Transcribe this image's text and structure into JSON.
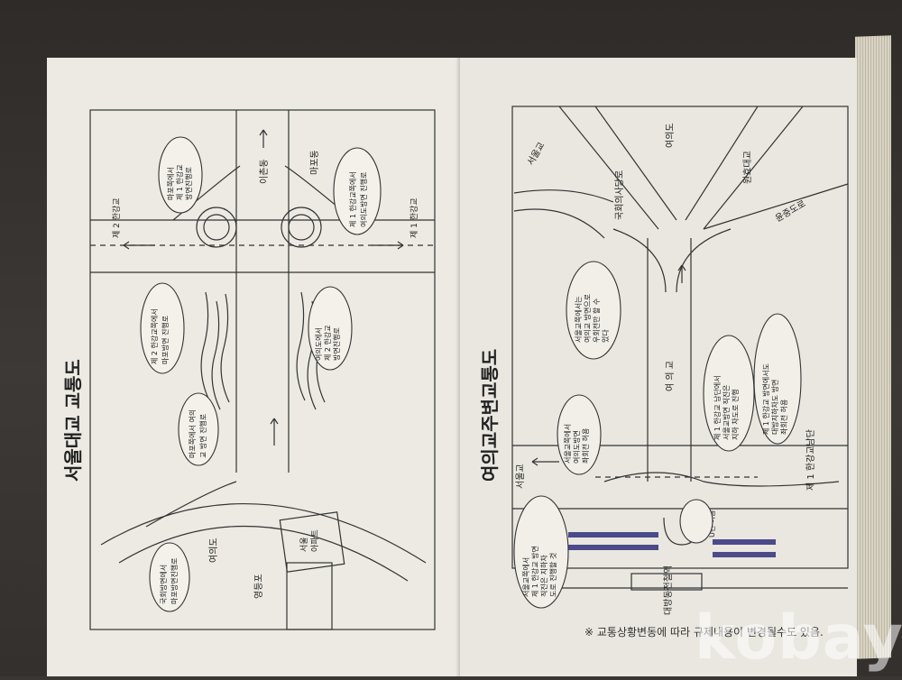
{
  "left_page": {
    "title": "서울대교 교통도",
    "labels": {
      "bridge2": "제 2 한강교",
      "bridge1": "제 1 한강교",
      "ichon": "이촌동",
      "mapo": "마포동",
      "yeouido": "여의도",
      "yeongdeungpo": "영등포",
      "apartment_line1": "서울",
      "apartment_line2": "아파트"
    },
    "bubbles": [
      [
        "마포쪽에서",
        "제 1 한강교",
        "방면진행로"
      ],
      [
        "제 1 한강교쪽에서",
        "여의도방면 진행로"
      ],
      [
        "제 2 한강교쪽에서",
        "마포방면 진행로"
      ],
      [
        "여의도에서",
        "제 2 한강교",
        "방면진행로"
      ],
      [
        "마포쪽에서 여의",
        "교 방면 진행로"
      ],
      [
        "국회방면에서",
        "마포방면진행로"
      ]
    ]
  },
  "right_page": {
    "title": "여의교주변교통도",
    "labels": {
      "seoulgyo_top": "서울교",
      "gukhoe_road": "국회의사당로",
      "yeouido": "여의도",
      "wonhyo": "원효대교",
      "yunjung": "윤중도로",
      "yeouigyo": "여 의 교",
      "seoulgyo_bottom": "서울교",
      "bridge1_south": "제 1 한강교남단",
      "rail": "대방동전철역",
      "uturn": "U턴 허용"
    },
    "bubbles": [
      [
        "서울교쪽에서는",
        "여의교 방면으로",
        "우회전만 할 수",
        "있다"
      ],
      [
        "서울교쪽에서",
        "여의도방면",
        "좌회전 허용"
      ],
      [
        "제 1 한강교 남단에서",
        "서울교방면 직진은",
        "지하 차도로 진행"
      ],
      [
        "제 1 한강교 방면에서도",
        "대방지하차도 방면",
        "좌회전 허용"
      ],
      [
        "서울교쪽에서",
        "제 1 한강교 방면",
        "직진은 지하차",
        "도로 진행할 것"
      ]
    ],
    "footnote": "※ 교통상황변동에 따라 규제내용이 변경될수도 있음."
  },
  "watermark": "kobay"
}
